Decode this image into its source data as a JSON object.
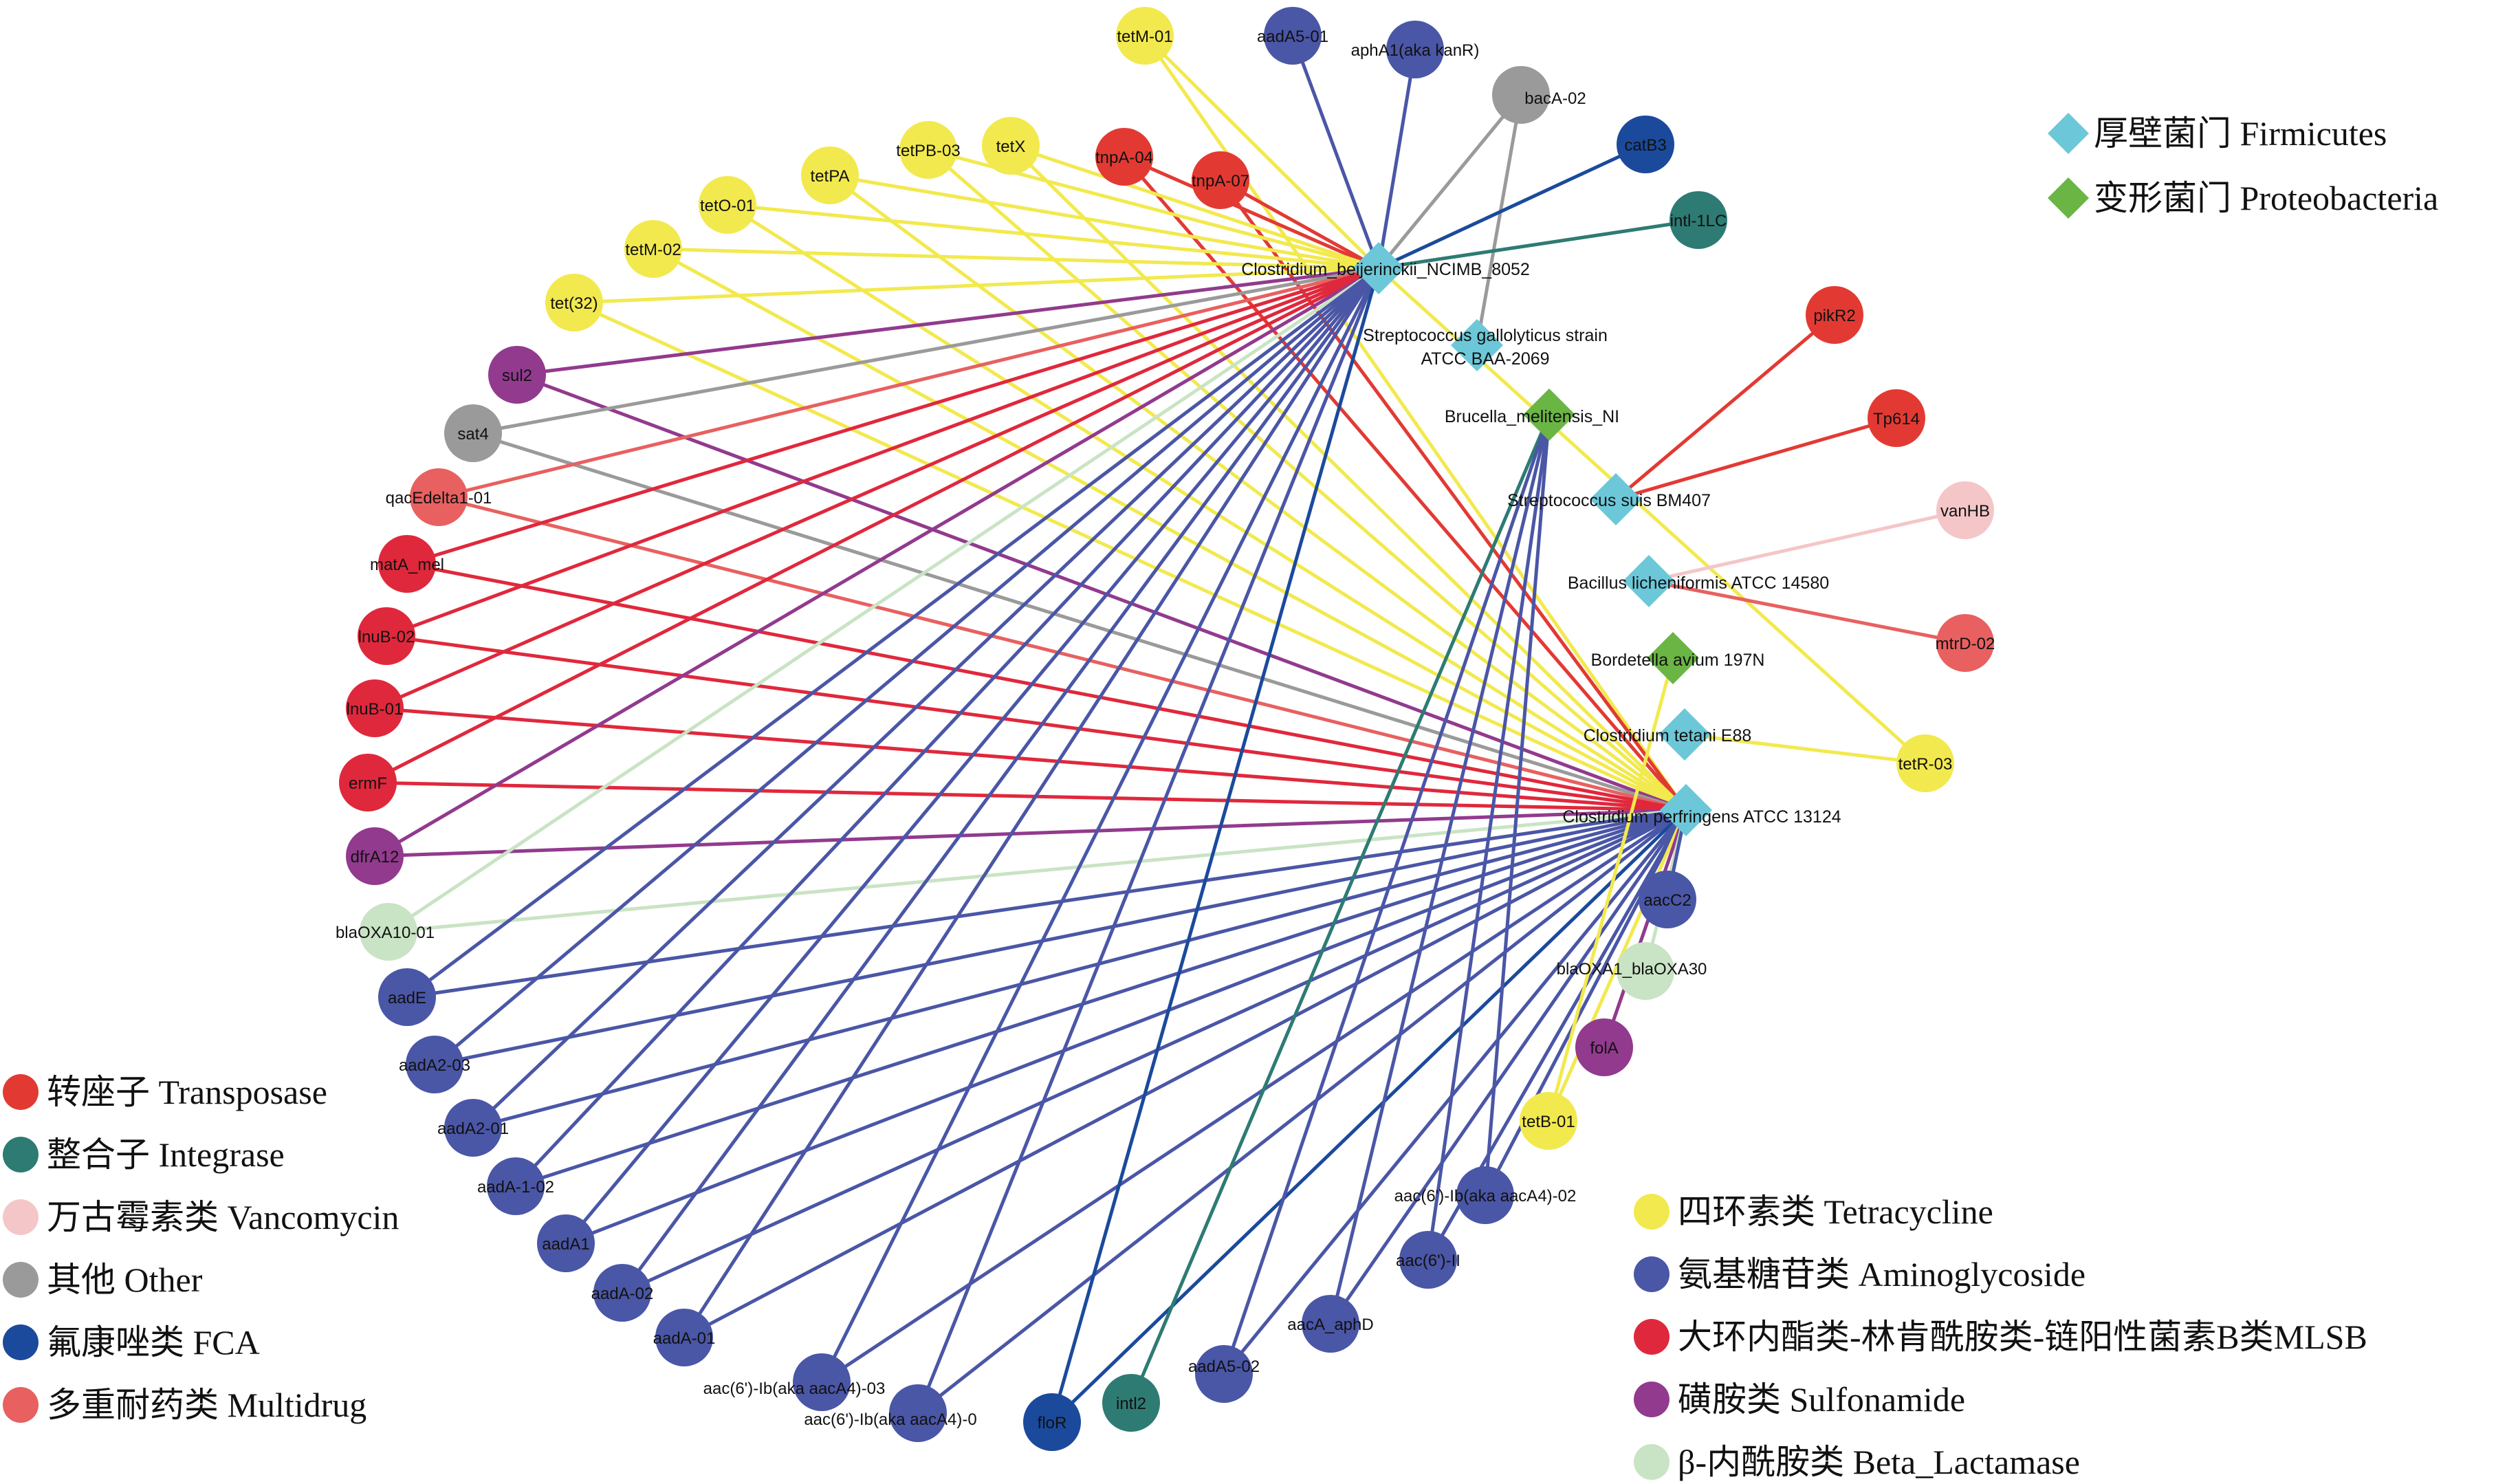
{
  "colors": {
    "tetracycline": "#f2e94e",
    "aminoglycoside": "#4a56a6",
    "mlsb": "#e0283c",
    "sulfonamide": "#923a8e",
    "beta_lactamase": "#c9e4c4",
    "transposase": "#e23a33",
    "integrase": "#2e7b73",
    "vancomycin": "#f4c6c8",
    "other": "#9a9a9a",
    "fca": "#1b4a9c",
    "multidrug": "#e86060",
    "firmicutes": "#6cc8d8",
    "proteobacteria": "#6ab544"
  },
  "legend": {
    "bacteria": [
      {
        "label": "厚壁菌门 Firmicutes",
        "color_key": "firmicutes"
      },
      {
        "label": "变形菌门 Proteobacteria",
        "color_key": "proteobacteria"
      }
    ],
    "left": [
      {
        "label": "转座子 Transposase",
        "color_key": "transposase"
      },
      {
        "label": "整合子 Integrase",
        "color_key": "integrase"
      },
      {
        "label": "万古霉素类 Vancomycin",
        "color_key": "vancomycin"
      },
      {
        "label": "其他 Other",
        "color_key": "other"
      },
      {
        "label": "氟康唑类 FCA",
        "color_key": "fca"
      },
      {
        "label": "多重耐药类 Multidrug",
        "color_key": "multidrug"
      }
    ],
    "right": [
      {
        "label": "四环素类 Tetracycline",
        "color_key": "tetracycline"
      },
      {
        "label": "氨基糖苷类 Aminoglycoside",
        "color_key": "aminoglycoside"
      },
      {
        "label": "大环内酯类-林肯酰胺类-链阳性菌素B类MLSB",
        "color_key": "mlsb"
      },
      {
        "label": "磺胺类 Sulfonamide",
        "color_key": "sulfonamide"
      },
      {
        "label": "β-内酰胺类 Beta_Lactamase",
        "color_key": "beta_lactamase"
      }
    ]
  },
  "hosts": [
    {
      "id": "cb",
      "label": "Clostridium_beijerinckii_NCIMB_8052",
      "phylum": "firmicutes"
    },
    {
      "id": "sg",
      "label": "Streptococcus gallolyticus strain ATCC BAA-2069",
      "phylum": "firmicutes"
    },
    {
      "id": "bm",
      "label": "Brucella_melitensis_NI",
      "phylum": "proteobacteria"
    },
    {
      "id": "ss",
      "label": "Streptococcus suis BM407",
      "phylum": "firmicutes"
    },
    {
      "id": "bl",
      "label": "Bacillus licheniformis ATCC 14580",
      "phylum": "firmicutes"
    },
    {
      "id": "ba",
      "label": "Bordetella avium 197N",
      "phylum": "proteobacteria"
    },
    {
      "id": "ct",
      "label": "Clostridium tetani E88",
      "phylum": "firmicutes"
    },
    {
      "id": "cp",
      "label": "Clostridium perfringens ATCC 13124",
      "phylum": "firmicutes"
    }
  ],
  "genes": [
    {
      "label": "tetM-01",
      "cls": "tetracycline"
    },
    {
      "label": "aadA5-01",
      "cls": "aminoglycoside"
    },
    {
      "label": "aphA1(aka kanR)",
      "cls": "aminoglycoside"
    },
    {
      "label": "bacA-02",
      "cls": "other"
    },
    {
      "label": "catB3",
      "cls": "fca"
    },
    {
      "label": "intl-1LC",
      "cls": "integrase"
    },
    {
      "label": "tnpA-04",
      "cls": "transposase"
    },
    {
      "label": "tnpA-07",
      "cls": "transposase"
    },
    {
      "label": "tetX",
      "cls": "tetracycline"
    },
    {
      "label": "tetPB-03",
      "cls": "tetracycline"
    },
    {
      "label": "tetPA",
      "cls": "tetracycline"
    },
    {
      "label": "tetO-01",
      "cls": "tetracycline"
    },
    {
      "label": "tetM-02",
      "cls": "tetracycline"
    },
    {
      "label": "tet(32)",
      "cls": "tetracycline"
    },
    {
      "label": "sul2",
      "cls": "sulfonamide"
    },
    {
      "label": "sat4",
      "cls": "other"
    },
    {
      "label": "qacEdelta1-01",
      "cls": "multidrug"
    },
    {
      "label": "matA_mel",
      "cls": "mlsb"
    },
    {
      "label": "lnuB-02",
      "cls": "mlsb"
    },
    {
      "label": "lnuB-01",
      "cls": "mlsb"
    },
    {
      "label": "ermF",
      "cls": "mlsb"
    },
    {
      "label": "dfrA12",
      "cls": "sulfonamide"
    },
    {
      "label": "blaOXA10-01",
      "cls": "beta_lactamase"
    },
    {
      "label": "aadE",
      "cls": "aminoglycoside"
    },
    {
      "label": "aadA2-03",
      "cls": "aminoglycoside"
    },
    {
      "label": "aadA2-01",
      "cls": "aminoglycoside"
    },
    {
      "label": "aadA-1-02",
      "cls": "aminoglycoside"
    },
    {
      "label": "aadA1",
      "cls": "aminoglycoside"
    },
    {
      "label": "aadA-02",
      "cls": "aminoglycoside"
    },
    {
      "label": "aadA-01",
      "cls": "aminoglycoside"
    },
    {
      "label": "aac(6')-Ib(aka aacA4)-03",
      "cls": "aminoglycoside"
    },
    {
      "label": "aac(6')-Ib(aka aacA4)-0",
      "cls": "aminoglycoside"
    },
    {
      "label": "floR",
      "cls": "fca"
    },
    {
      "label": "intl2",
      "cls": "integrase"
    },
    {
      "label": "aadA5-02",
      "cls": "aminoglycoside"
    },
    {
      "label": "aacA_aphD",
      "cls": "aminoglycoside"
    },
    {
      "label": "aac(6')-II",
      "cls": "aminoglycoside"
    },
    {
      "label": "aac(6')-Ib(aka aacA4)-02",
      "cls": "aminoglycoside"
    },
    {
      "label": "tetB-01",
      "cls": "tetracycline"
    },
    {
      "label": "folA",
      "cls": "sulfonamide"
    },
    {
      "label": "blaOXA1_blaOXA30",
      "cls": "beta_lactamase"
    },
    {
      "label": "aacC2",
      "cls": "aminoglycoside"
    },
    {
      "label": "tetR-03",
      "cls": "tetracycline"
    },
    {
      "label": "mtrD-02",
      "cls": "multidrug"
    },
    {
      "label": "vanHB",
      "cls": "vancomycin"
    },
    {
      "label": "Tp614",
      "cls": "transposase"
    },
    {
      "label": "pikR2",
      "cls": "transposase"
    }
  ],
  "edges": [
    [
      "tetM-01",
      "cb"
    ],
    [
      "tetM-01",
      "cp"
    ],
    [
      "aadA5-01",
      "cb"
    ],
    [
      "aphA1(aka kanR)",
      "cb"
    ],
    [
      "bacA-02",
      "cb"
    ],
    [
      "bacA-02",
      "sg"
    ],
    [
      "catB3",
      "cb"
    ],
    [
      "intl-1LC",
      "cb"
    ],
    [
      "tnpA-04",
      "cb"
    ],
    [
      "tnpA-04",
      "cp"
    ],
    [
      "tnpA-07",
      "cb"
    ],
    [
      "tnpA-07",
      "cp"
    ],
    [
      "tetX",
      "cb"
    ],
    [
      "tetX",
      "cp"
    ],
    [
      "tetPB-03",
      "cb"
    ],
    [
      "tetPB-03",
      "cp"
    ],
    [
      "tetPA",
      "cb"
    ],
    [
      "tetPA",
      "cp"
    ],
    [
      "tetO-01",
      "cb"
    ],
    [
      "tetO-01",
      "cp"
    ],
    [
      "tetM-02",
      "cb"
    ],
    [
      "tetM-02",
      "cp"
    ],
    [
      "tet(32)",
      "cb"
    ],
    [
      "tet(32)",
      "cp"
    ],
    [
      "sul2",
      "cb"
    ],
    [
      "sul2",
      "cp"
    ],
    [
      "sat4",
      "cb"
    ],
    [
      "sat4",
      "cp"
    ],
    [
      "qacEdelta1-01",
      "cb"
    ],
    [
      "qacEdelta1-01",
      "cp"
    ],
    [
      "matA_mel",
      "cb"
    ],
    [
      "matA_mel",
      "cp"
    ],
    [
      "lnuB-02",
      "cb"
    ],
    [
      "lnuB-02",
      "cp"
    ],
    [
      "lnuB-01",
      "cb"
    ],
    [
      "lnuB-01",
      "cp"
    ],
    [
      "ermF",
      "cb"
    ],
    [
      "ermF",
      "cp"
    ],
    [
      "dfrA12",
      "cb"
    ],
    [
      "dfrA12",
      "cp"
    ],
    [
      "blaOXA10-01",
      "cb"
    ],
    [
      "blaOXA10-01",
      "cp"
    ],
    [
      "aadE",
      "cb"
    ],
    [
      "aadE",
      "cp"
    ],
    [
      "aadA2-03",
      "cb"
    ],
    [
      "aadA2-03",
      "cp"
    ],
    [
      "aadA2-01",
      "cb"
    ],
    [
      "aadA2-01",
      "cp"
    ],
    [
      "aadA-1-02",
      "cb"
    ],
    [
      "aadA-1-02",
      "cp"
    ],
    [
      "aadA1",
      "cb"
    ],
    [
      "aadA1",
      "cp"
    ],
    [
      "aadA-02",
      "cb"
    ],
    [
      "aadA-02",
      "cp"
    ],
    [
      "aadA-01",
      "cb"
    ],
    [
      "aadA-01",
      "cp"
    ],
    [
      "aac(6')-Ib(aka aacA4)-03",
      "cb"
    ],
    [
      "aac(6')-Ib(aka aacA4)-03",
      "cp"
    ],
    [
      "aac(6')-Ib(aka aacA4)-0",
      "cb"
    ],
    [
      "aac(6')-Ib(aka aacA4)-0",
      "cp"
    ],
    [
      "floR",
      "cb"
    ],
    [
      "floR",
      "cp"
    ],
    [
      "intl2",
      "bm"
    ],
    [
      "aadA5-02",
      "cp"
    ],
    [
      "aadA5-02",
      "bm"
    ],
    [
      "aacA_aphD",
      "cp"
    ],
    [
      "aacA_aphD",
      "bm"
    ],
    [
      "aac(6')-II",
      "cp"
    ],
    [
      "aac(6')-II",
      "bm"
    ],
    [
      "aac(6')-Ib(aka aacA4)-02",
      "cp"
    ],
    [
      "aac(6')-Ib(aka aacA4)-02",
      "bm"
    ],
    [
      "tetB-01",
      "cp"
    ],
    [
      "tetB-01",
      "ba"
    ],
    [
      "folA",
      "cp"
    ],
    [
      "blaOXA1_blaOXA30",
      "cp"
    ],
    [
      "aacC2",
      "cp"
    ],
    [
      "tetR-03",
      "cb"
    ],
    [
      "tetR-03",
      "ct"
    ],
    [
      "mtrD-02",
      "bl"
    ],
    [
      "vanHB",
      "bl"
    ],
    [
      "Tp614",
      "ss"
    ],
    [
      "pikR2",
      "ss"
    ]
  ]
}
